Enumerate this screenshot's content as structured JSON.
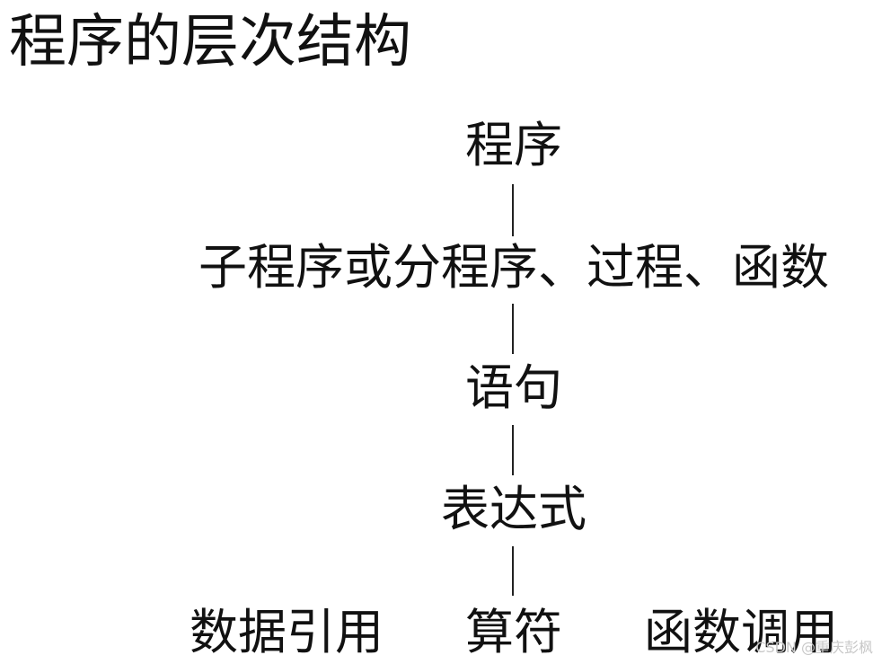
{
  "title": "程序的层次结构",
  "levels": {
    "program": "程序",
    "subprogram": "子程序或分程序、过程、函数",
    "statement": "语句",
    "expression": "表达式",
    "data_reference": "数据引用",
    "operator": "算符",
    "function_call": "函数调用"
  },
  "watermark": "CSDN @重庆彭枫"
}
